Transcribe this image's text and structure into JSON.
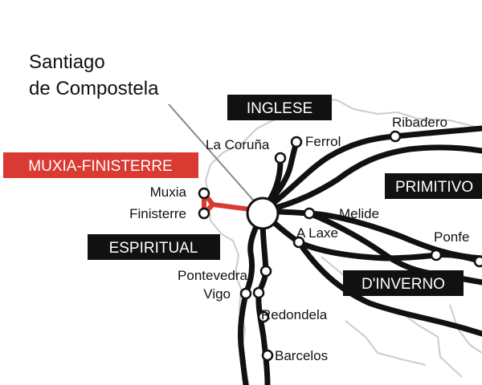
{
  "title": {
    "line1": "Santiago",
    "line2": "de Compostela"
  },
  "routes": {
    "inglese": "INGLESE",
    "muxia_finisterre": "MUXIA-FINISTERRE",
    "primitivo": "PRIMITIVO",
    "espiritual": "ESPIRITUAL",
    "dinverno": "D'INVERNO"
  },
  "places": {
    "la_coruna": "La Coruña",
    "ferrol": "Ferrol",
    "ribadeo": "Ribadero",
    "muxia": "Muxia",
    "finisterre": "Finisterre",
    "melide": "Melide",
    "a_laxe": "A Laxe",
    "ponferrada": "Ponfe",
    "pontevedra": "Pontevedra",
    "vigo": "Vigo",
    "redondela": "Redondela",
    "barcelos": "Barcelos"
  },
  "colors": {
    "route_line": "#111111",
    "finisterre_route": "#d93a32",
    "muxia_band": "#d93a32",
    "route_band": "#111111",
    "region_outline": "#cccccc",
    "stop_fill": "#ffffff"
  }
}
